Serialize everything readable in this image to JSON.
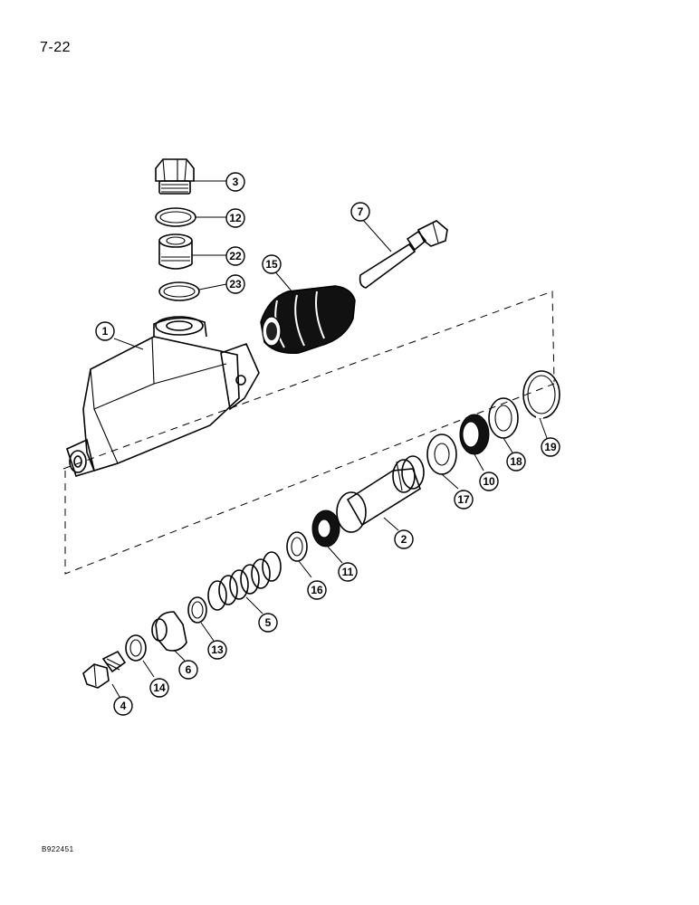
{
  "page_number": "7-22",
  "figure_code": "B922451",
  "callouts": {
    "c1": "1",
    "c2": "2",
    "c3": "3",
    "c4": "4",
    "c5": "5",
    "c6": "6",
    "c7": "7",
    "c10": "10",
    "c11": "11",
    "c12": "12",
    "c13": "13",
    "c14": "14",
    "c15": "15",
    "c16": "16",
    "c17": "17",
    "c18": "18",
    "c19": "19",
    "c22": "22",
    "c23": "23"
  }
}
